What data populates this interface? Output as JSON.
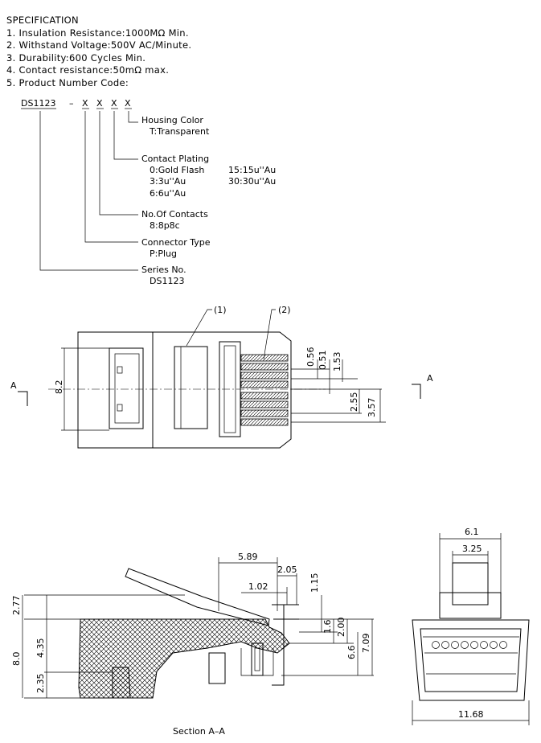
{
  "spec": {
    "title": "SPECIFICATION",
    "items": [
      "1. Insulation Resistance:1000MΩ Min.",
      "2. Withstand Voltage:500V AC/Minute.",
      "3. Durability:600 Cycles Min.",
      "4. Contact resistance:50mΩ max.",
      "5. Product Number Code:"
    ],
    "code": {
      "series": "DS1123",
      "dash": "–",
      "placeholders": [
        "X",
        "X",
        "X",
        "X"
      ]
    },
    "tree": [
      {
        "title": "Housing Color",
        "lines": [
          "T:Transparent"
        ]
      },
      {
        "title": "Contact Plating",
        "lines": [
          "0:Gold Flash",
          "3:3u''Au",
          "6:6u''Au"
        ],
        "lines2": [
          "15:15u''Au",
          "30:30u''Au"
        ]
      },
      {
        "title": "No.Of Contacts",
        "lines": [
          "8:8p8c"
        ]
      },
      {
        "title": "Connector Type",
        "lines": [
          "P:Plug"
        ]
      },
      {
        "title": "Series No.",
        "lines": [
          "DS1123"
        ]
      }
    ]
  },
  "top_view": {
    "callout_1": "(1)",
    "callout_2": "(2)",
    "section_marker": "A",
    "dims": {
      "height": "8.2",
      "d1": "0.56",
      "d2": "0.51",
      "d3": "1.53",
      "d4": "2.55",
      "d5": "3.57"
    }
  },
  "section_view": {
    "caption": "Section A–A",
    "dims": {
      "d_589": "5.89",
      "d_205": "2.05",
      "d_102": "1.02",
      "d_115": "1.15",
      "d_16": "1.6",
      "d_200": "2.00",
      "d_277": "2.77",
      "d_80": "8.0",
      "d_435": "4.35",
      "d_235": "2.35",
      "d_66": "6.6",
      "d_709": "7.09"
    }
  },
  "front_view": {
    "dims": {
      "d_61": "6.1",
      "d_325": "3.25",
      "d_1168": "11.68"
    }
  }
}
